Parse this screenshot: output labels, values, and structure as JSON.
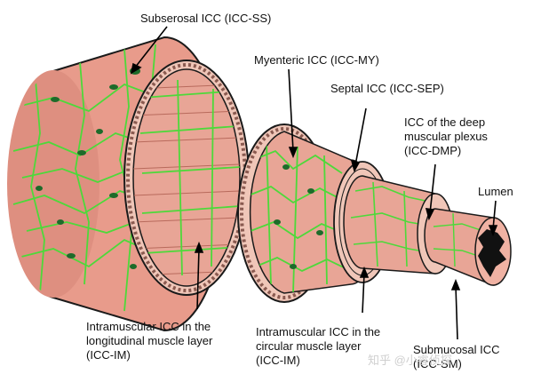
{
  "labels": {
    "icc_ss": "Subserosal ICC (ICC-SS)",
    "icc_my": "Myenteric ICC (ICC-MY)",
    "icc_sep": "Septal ICC (ICC-SEP)",
    "icc_dmp": [
      "ICC of the deep",
      "muscular plexus",
      "(ICC-DMP)"
    ],
    "lumen": "Lumen",
    "icc_im_long": [
      "Intramuscular ICC in the",
      "longitudinal muscle layer",
      "(ICC-IM)"
    ],
    "icc_im_circ": [
      "Intramuscular ICC in the",
      "circular muscle layer",
      "(ICC-IM)"
    ],
    "icc_sm": [
      "Submucosal ICC",
      "(ICC-SM)"
    ]
  },
  "watermark": "知乎 @小睿侦探",
  "colors": {
    "tissue": "#e89b8b",
    "tissue_dark": "#d98676",
    "tissue_face": "#f2b7a8",
    "network": "#4dd93a",
    "cell": "#1d6b2a",
    "outline": "#1a1a1a",
    "lumen": "#111111"
  }
}
